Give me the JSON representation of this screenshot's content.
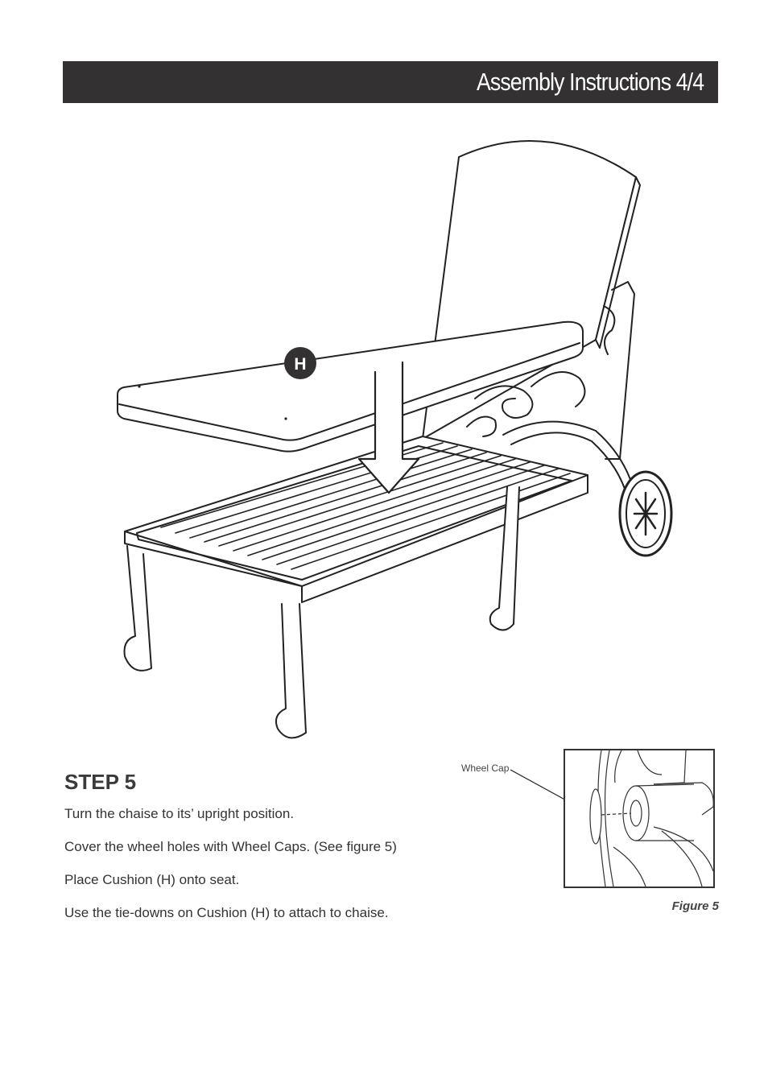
{
  "header": {
    "title": "Assembly Instructions 4/4"
  },
  "illustration": {
    "part_label": "H"
  },
  "step": {
    "title": "STEP 5",
    "instructions": [
      "Turn the chaise to its’ upright position.",
      "Cover the wheel holes with Wheel Caps. (See figure 5)",
      "Place Cushion (H) onto seat.",
      "Use the tie-downs on Cushion (H) to attach to chaise."
    ]
  },
  "figure": {
    "caption": "Figure 5",
    "callout_label": "Wheel Cap"
  }
}
